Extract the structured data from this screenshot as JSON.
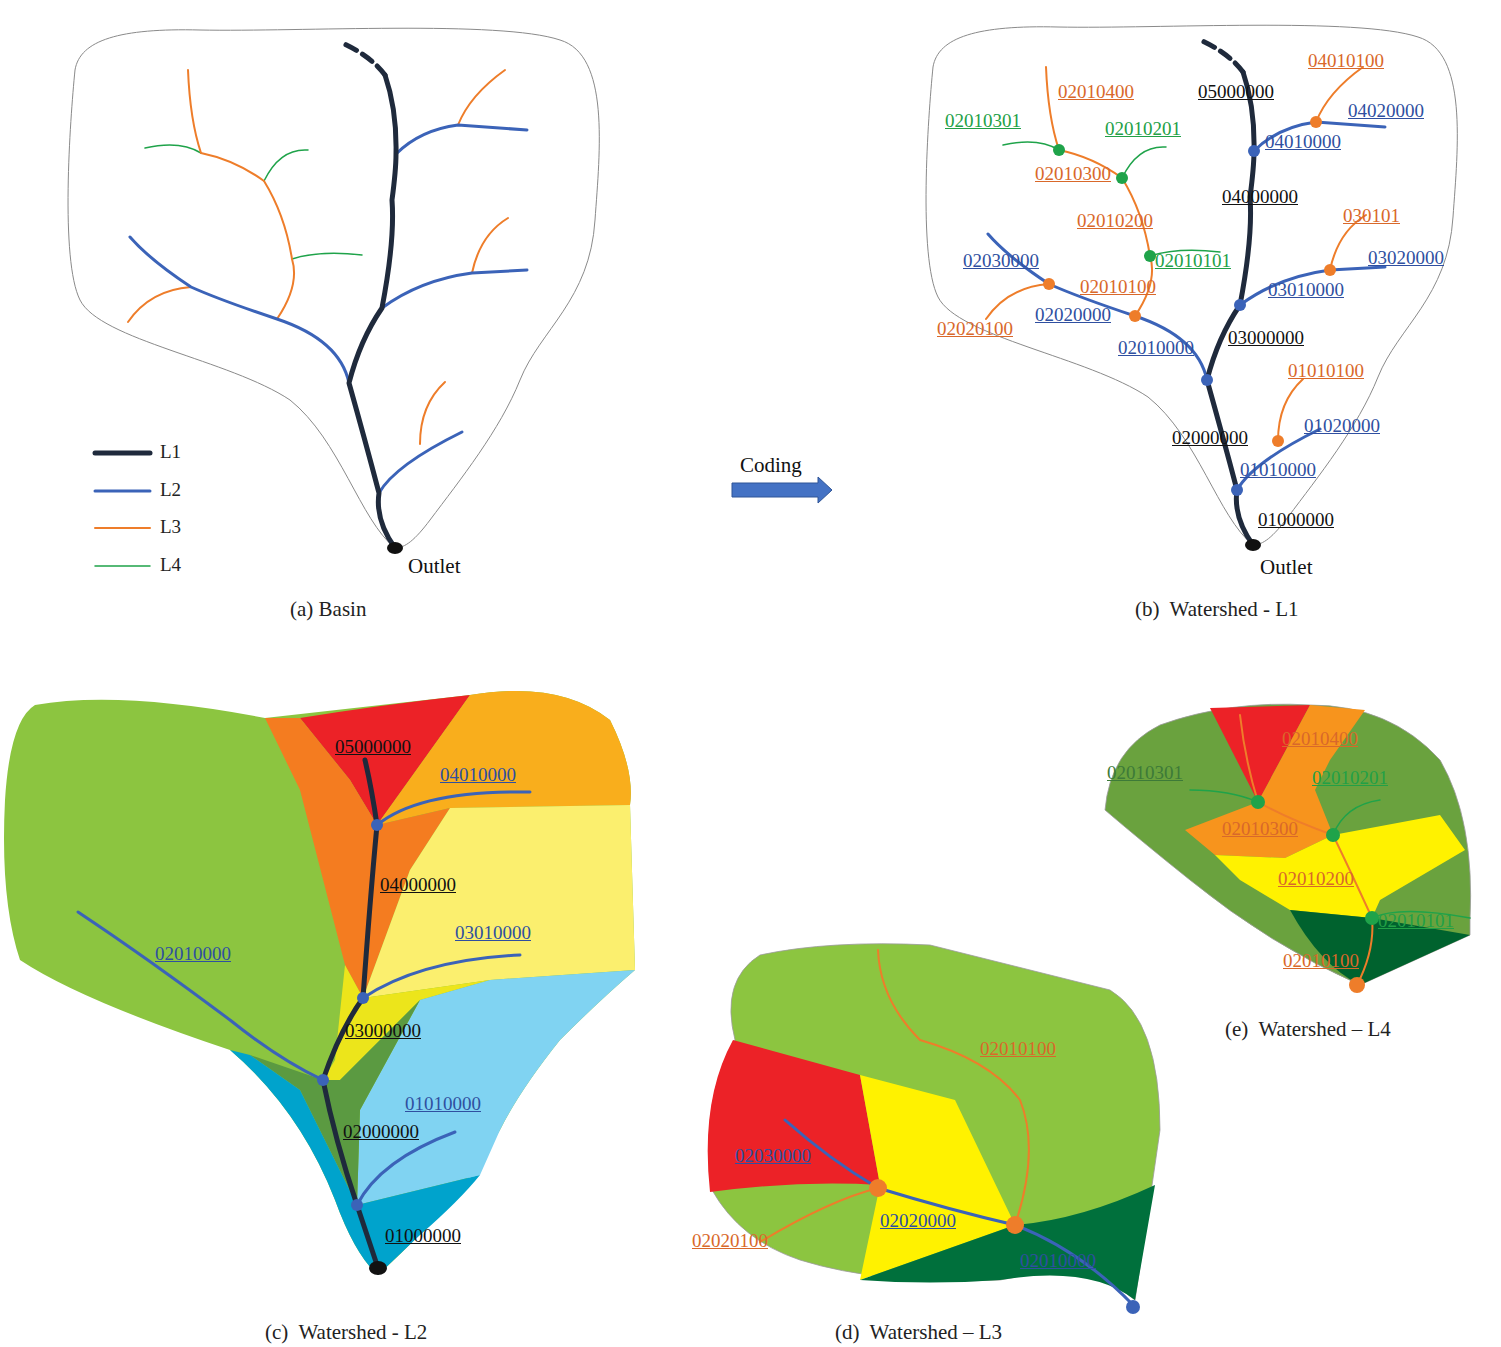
{
  "diagram": {
    "labels": [
      "Outlet",
      "(a) Basin",
      "Coding",
      "04010100",
      "02010400",
      "05000000",
      "04020000",
      "02010301",
      "02010201",
      "04010000",
      "02010300",
      "04000000",
      "02010200",
      "030101",
      "02030000",
      "02010101",
      "03020000",
      "02010100",
      "03010000",
      "02020100",
      "02020000",
      "02010000",
      "03000000",
      "01010100",
      "02000000",
      "01020000",
      "01010000",
      "01000000",
      "Outlet",
      "(b)  Watershed - L1",
      "05000000",
      "04010000",
      "04000000",
      "02010000",
      "03010000",
      "03000000",
      "01010000",
      "02000000",
      "01000000",
      "(c)  Watershed - L2",
      "02010100",
      "02030000",
      "02020100",
      "02020000",
      "02010000",
      "(d)  Watershed – L3",
      "02010400",
      "02010301",
      "02010201",
      "02010300",
      "02010200",
      "02010101",
      "02010100",
      "(e)  Watershed – L4"
    ],
    "legend": [
      {
        "text": "L1"
      },
      {
        "text": "L2"
      },
      {
        "text": "L3"
      },
      {
        "text": "L4"
      }
    ]
  }
}
